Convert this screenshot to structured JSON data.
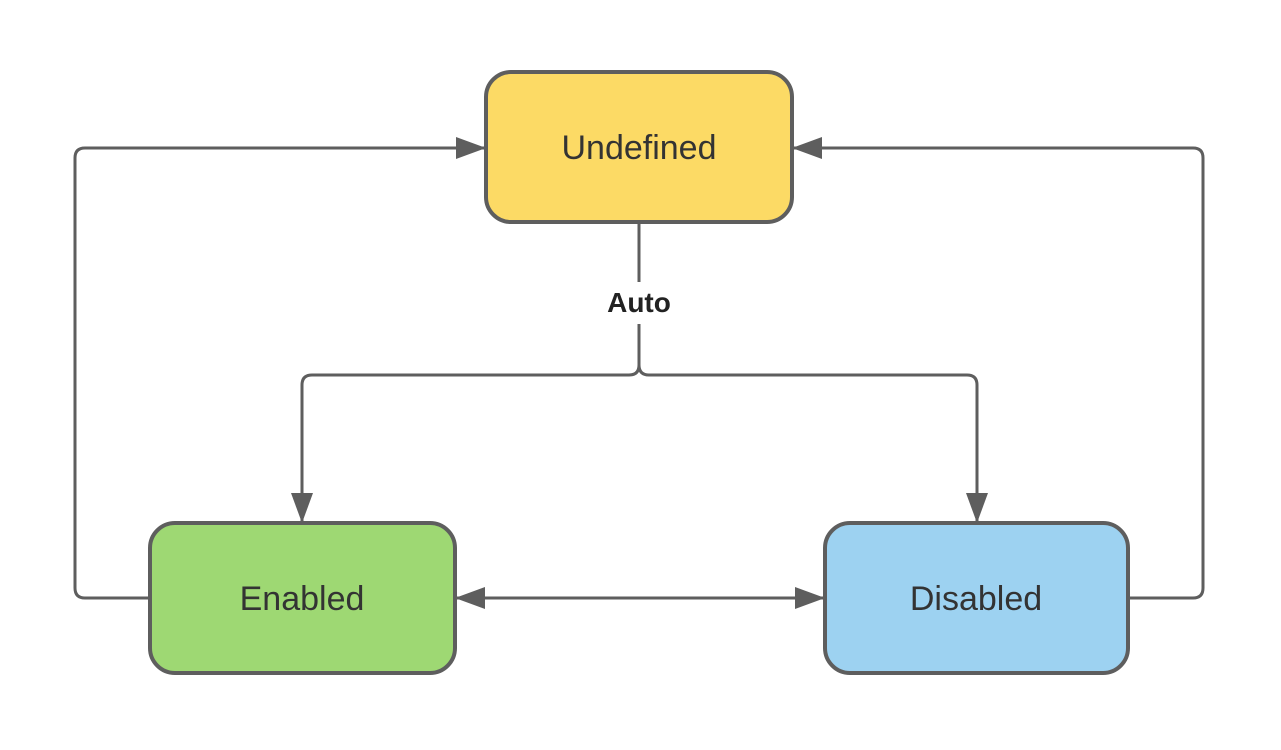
{
  "diagram": {
    "type": "state-diagram",
    "nodes": {
      "undefined_state": {
        "label": "Undefined",
        "fill": "#FCDA65"
      },
      "enabled_state": {
        "label": "Enabled",
        "fill": "#9ED873"
      },
      "disabled_state": {
        "label": "Disabled",
        "fill": "#9DD2F1"
      }
    },
    "edges": {
      "auto": {
        "label": "Auto"
      },
      "relations": [
        {
          "from": "Undefined",
          "to": "Enabled",
          "label": "Auto"
        },
        {
          "from": "Undefined",
          "to": "Disabled",
          "label": "Auto"
        },
        {
          "from": "Enabled",
          "to": "Undefined",
          "label": ""
        },
        {
          "from": "Disabled",
          "to": "Undefined",
          "label": ""
        },
        {
          "from": "Enabled",
          "to": "Disabled",
          "label": "",
          "bidirectional": true
        }
      ]
    },
    "colors": {
      "line": "#5E5E5E",
      "border": "#5E5E5E",
      "node_text": "#333333",
      "label_text": "#222222",
      "label_bg": "#FFFFFF",
      "background": "#FFFFFF"
    }
  }
}
